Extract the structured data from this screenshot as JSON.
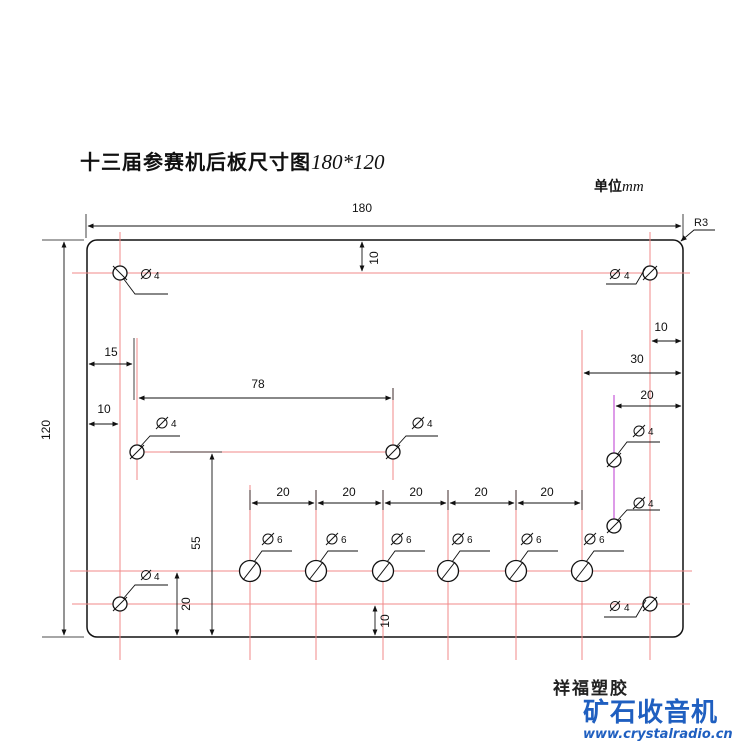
{
  "title": {
    "main": "十三届参赛机后板尺寸图",
    "size": "180*120"
  },
  "unit": {
    "label": "单位",
    "value": "mm"
  },
  "corner_radius_label": "R3",
  "dimensions": {
    "overall_width": "180",
    "overall_height": "120",
    "top_offset": "10",
    "bottom_offset": "10",
    "left_offset_10": "10",
    "left_offset_15": "15",
    "hole_spacing_78": "78",
    "height_55": "55",
    "height_20": "20",
    "right_offset_10": "10",
    "right_offset_30": "30",
    "right_offset_20": "20",
    "row_spacing": [
      "20",
      "20",
      "20",
      "20",
      "20"
    ]
  },
  "holes": {
    "d4": "4",
    "d6": "6"
  },
  "watermark": {
    "maker": "祥福塑胶",
    "brand": "矿石收音机",
    "site": "www.crystalradio.cn"
  },
  "colors": {
    "outline": "#111111",
    "centerline": "#f08a8a",
    "highlight": "#d27ae0",
    "brand": "#1f5fc0"
  }
}
